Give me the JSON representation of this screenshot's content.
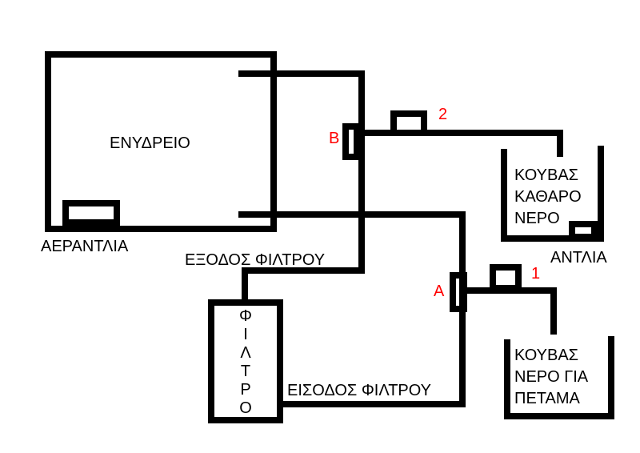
{
  "colors": {
    "line": "#000000",
    "marker": "#ff0000",
    "background": "#ffffff"
  },
  "labels": {
    "aquarium": "ΕΝΥΔΡΕΙΟ",
    "air_pump": "ΑΕΡΑΝΤΛΙΑ",
    "filter_outlet": "ΕΞΟΔΟΣ ΦΙΛΤΡΟΥ",
    "filter_inlet": "ΕΙΣΟΔΟΣ ΦΙΛΤΡΟΥ",
    "filter_letters": [
      "Φ",
      "Ι",
      "Λ",
      "Τ",
      "Ρ",
      "Ο"
    ],
    "clean_bucket_lines": [
      "ΚΟΥΒΑΣ",
      "ΚΑΘΑΡΟ",
      "ΝΕΡΟ"
    ],
    "waste_bucket_lines": [
      "ΚΟΥΒΑΣ",
      "ΝΕΡΟ ΓΙΑ",
      "ΠΕΤΑΜΑ"
    ],
    "pump": "ΑΝΤΛΙΑ",
    "valve_b": "Β",
    "valve_a": "Α",
    "tap_2": "2",
    "tap_1": "1"
  }
}
